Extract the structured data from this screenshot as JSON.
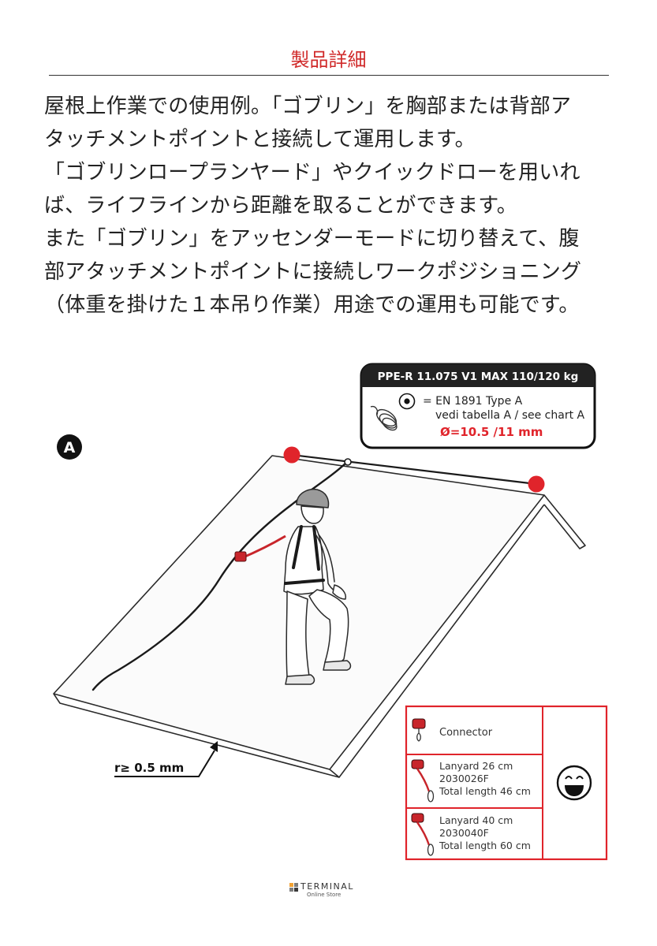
{
  "header": {
    "title": "製品詳細"
  },
  "description": {
    "lines": [
      "屋根上作業での使用例。「ゴブリン」を胸部または背部ア",
      "タッチメントポイントと接続して運用します。",
      "「ゴブリンロープランヤード」やクイックドローを用いれ",
      "ば、ライフラインから距離を取ることができます。",
      "また「ゴブリン」をアッセンダーモードに切り替えて、腹",
      "部アタッチメントポイントに接続しワークポジショニング",
      "（体重を掛けた１本吊り作業）用途での運用も可能です。"
    ]
  },
  "illustration": {
    "marker": "A",
    "cert_box": {
      "header": "PPE-R 11.075 V1 MAX 110/120 kg",
      "line1": "= EN 1891 Type A",
      "line2": "vedi tabella A / see chart A",
      "diameter": "Ø=10.5 /11 mm"
    },
    "radius_label": "r≥ 0.5 mm",
    "legend": {
      "connector": "Connector",
      "lanyard26": [
        "Lanyard 26 cm",
        "2030026F",
        "Total length 46 cm"
      ],
      "lanyard40": [
        "Lanyard 40 cm",
        "2030040F",
        "Total length 60 cm"
      ],
      "status_icon": "smiley-face-icon"
    },
    "colors": {
      "anchor": "#e0242b",
      "legend_border": "#e0242b",
      "lanyard": "#c8252b"
    }
  },
  "footer": {
    "brand": "TERMINAL",
    "sub": "Online Store"
  }
}
